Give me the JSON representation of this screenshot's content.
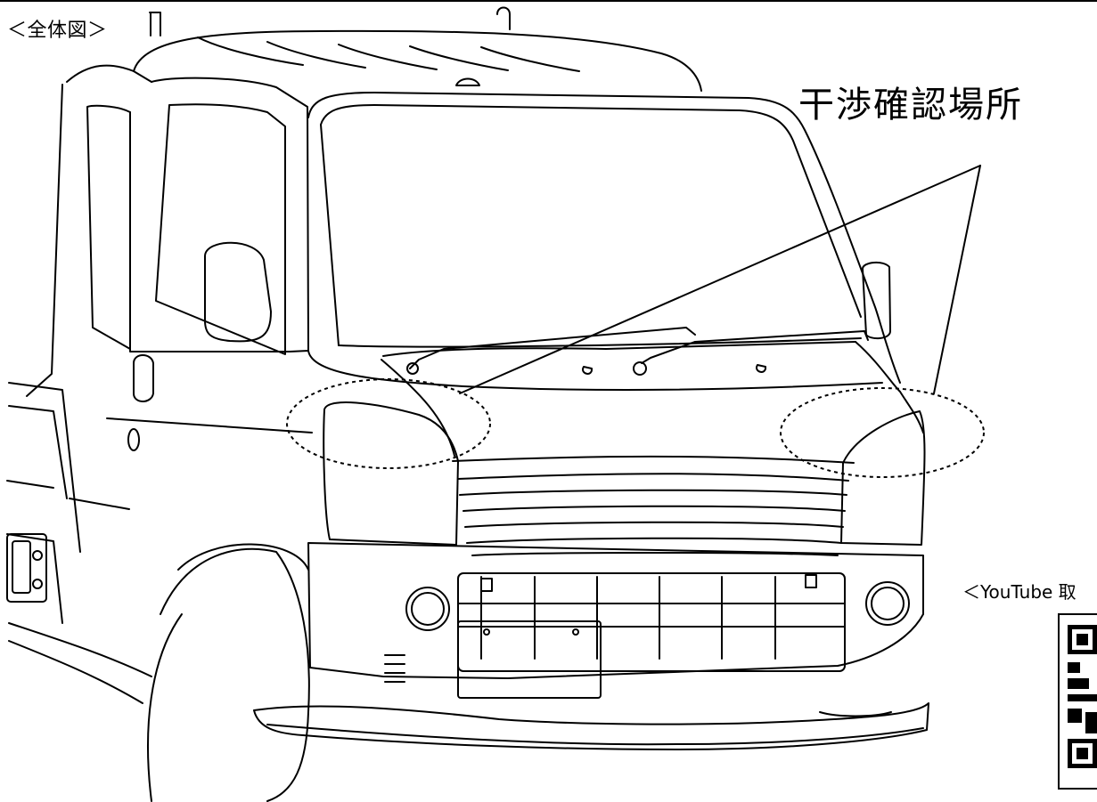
{
  "document": {
    "overview_label": "＜全体図＞",
    "interference_label": "干渉確認場所",
    "youtube_label": "＜YouTube 取"
  },
  "figure": {
    "subject_icon": "kei-truck-line-drawing-icon",
    "highlight_icon": "dashed-ellipse-icon",
    "qr_icon": "qr-code-icon"
  },
  "colors": {
    "ink": "#000000",
    "paper": "#ffffff"
  }
}
